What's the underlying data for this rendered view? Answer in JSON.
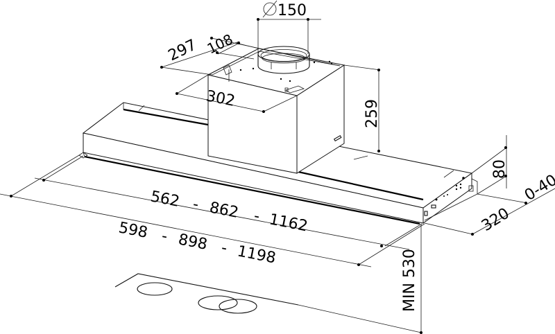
{
  "diagram": {
    "subject": "range hood dimensional drawing",
    "units": "mm",
    "colors": {
      "line": "#000000",
      "background": "#ffffff"
    },
    "dimensions": {
      "duct_diameter": {
        "symbol": "∅",
        "value": "150"
      },
      "chimney_depth": "297",
      "duct_offset": "108",
      "chimney_width": "302",
      "chimney_height": "259",
      "body_height": "80",
      "body_depth": "320",
      "front_extension": "0-40",
      "inner_width": {
        "values": [
          "562",
          "862",
          "1162"
        ],
        "separator": "-"
      },
      "outer_width": {
        "values": [
          "598",
          "898",
          "1198"
        ],
        "separator": "-"
      },
      "min_height_above_hob": "MIN 530"
    }
  }
}
